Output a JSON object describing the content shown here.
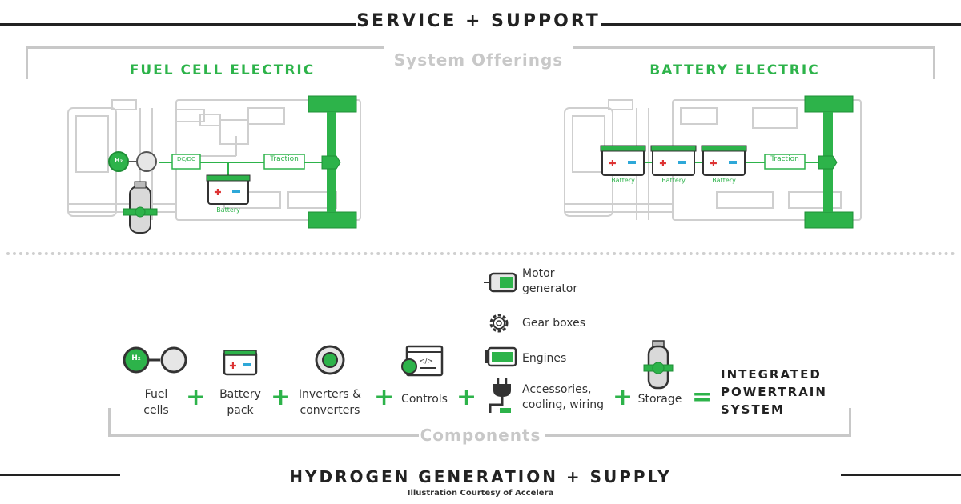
{
  "colors": {
    "accent": "#2db34a",
    "dark": "#222222",
    "outline": "#c8c8c8"
  },
  "header": {
    "title": "SERVICE + SUPPORT"
  },
  "offerings": {
    "label": "System Offerings",
    "fuel_cell": {
      "title": "FUEL CELL ELECTRIC",
      "h2": "H₂",
      "dcdc": "DC/DC",
      "traction": "Traction",
      "battery": "Battery"
    },
    "battery_electric": {
      "title": "BATTERY ELECTRIC",
      "battery": "Battery",
      "traction": "Traction"
    }
  },
  "components": {
    "label": "Components",
    "h2": "H₂",
    "fuel_cells": [
      "Fuel",
      "cells"
    ],
    "battery_pack": [
      "Battery",
      "pack"
    ],
    "inverters": [
      "Inverters &",
      "converters"
    ],
    "controls": "Controls",
    "motor": [
      "Motor",
      "generator"
    ],
    "gear": "Gear boxes",
    "engines": "Engines",
    "accessories": [
      "Accessories,",
      "cooling, wiring"
    ],
    "storage": "Storage",
    "plus": "+",
    "equals": "=",
    "result": [
      "INTEGRATED",
      "POWERTRAIN",
      "SYSTEM"
    ]
  },
  "footer": {
    "title": "HYDROGEN GENERATION + SUPPLY",
    "credit": "Illustration Courtesy of Accelera"
  }
}
